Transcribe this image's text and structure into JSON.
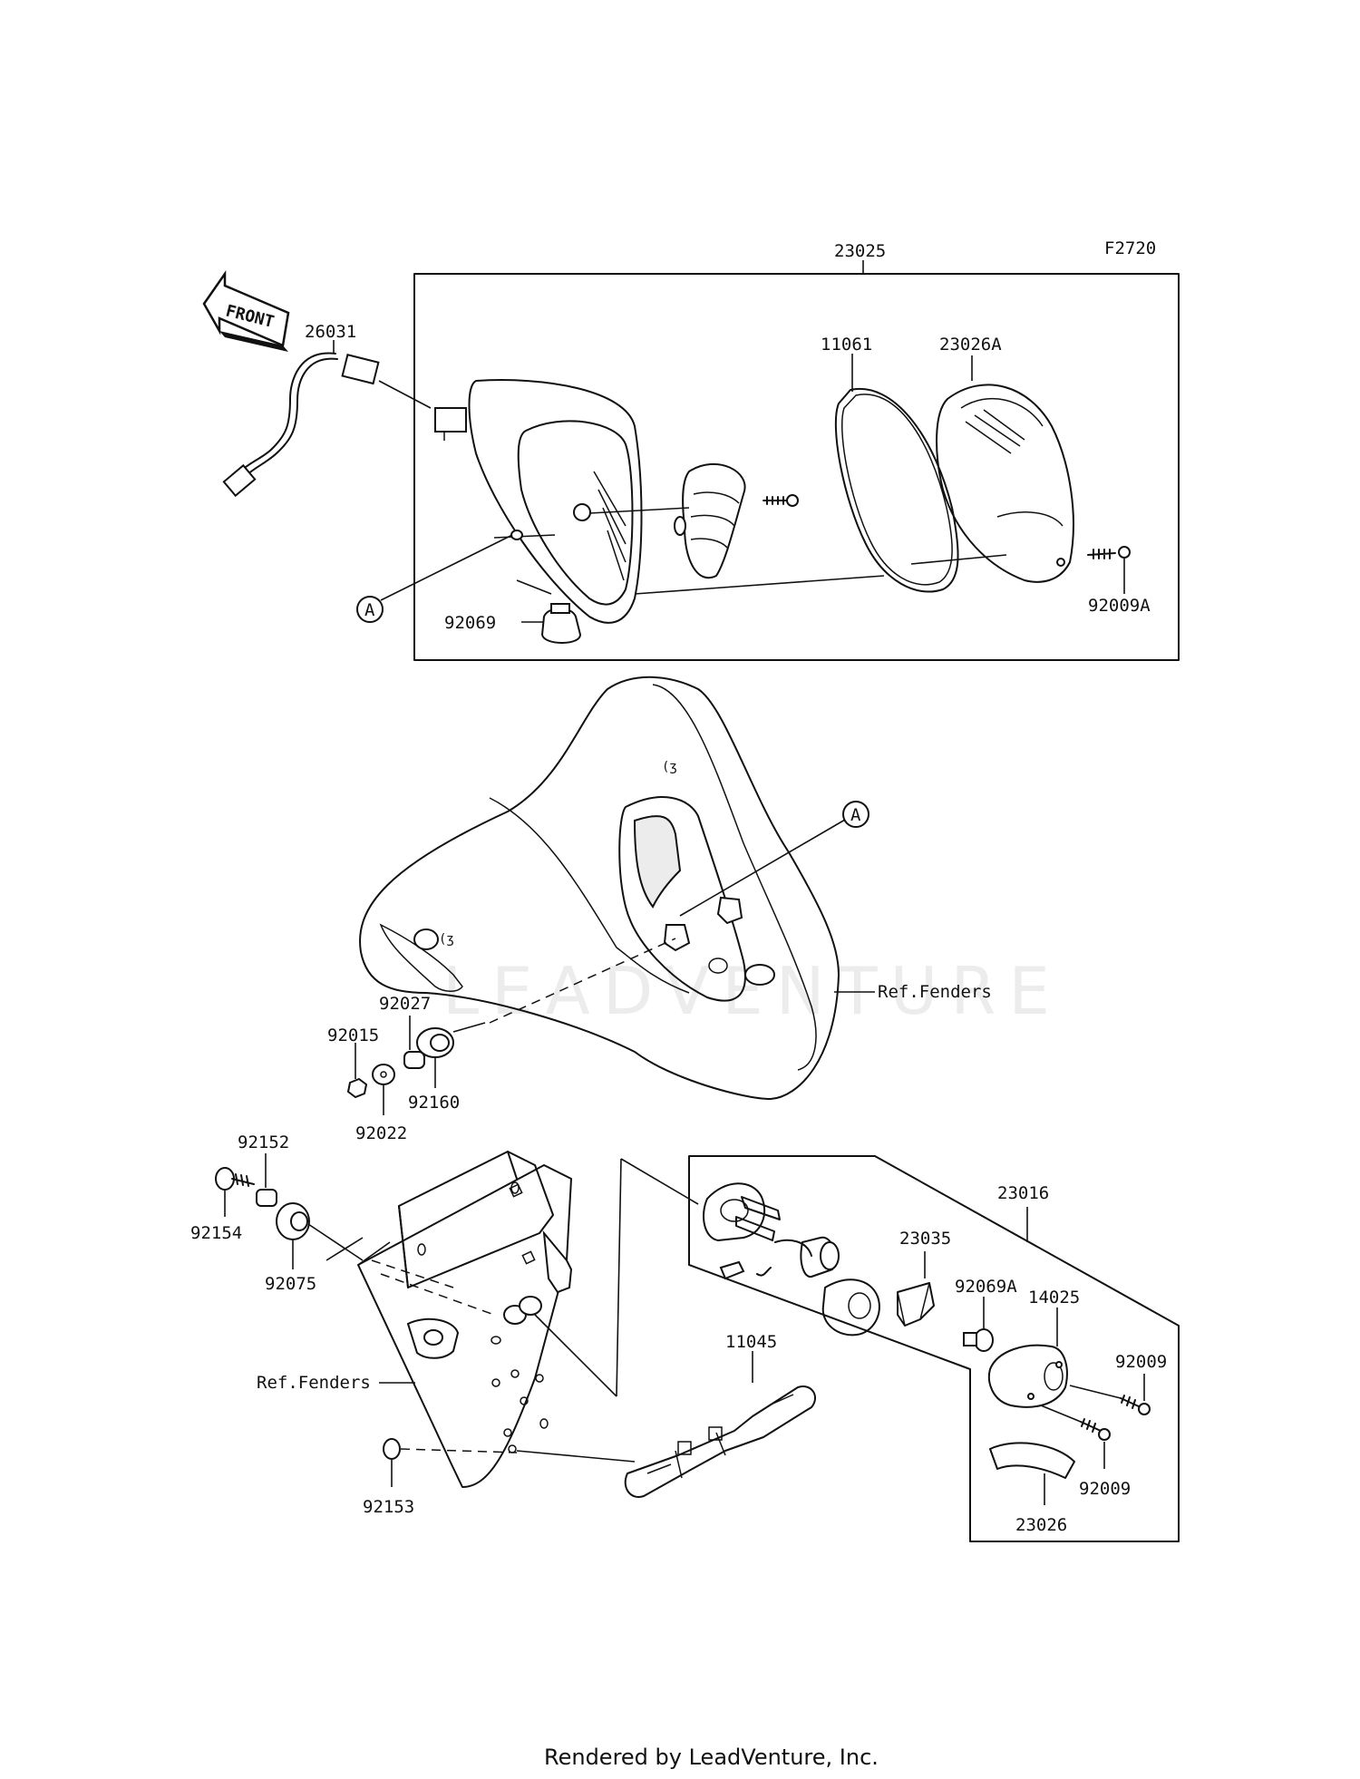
{
  "figure_code": "F2720",
  "front_arrow_label": "FRONT",
  "watermark": "LEADVENTURE",
  "footer": "Rendered by LeadVenture, Inc.",
  "callouts": {
    "a_upper": "A",
    "a_lower": "A"
  },
  "parts": {
    "p23025": "23025",
    "p26031": "26031",
    "p11061": "11061",
    "p23026A": "23026A",
    "p92069": "92069",
    "p92009A": "92009A",
    "p92027": "92027",
    "p92015": "92015",
    "p92022": "92022",
    "p92160": "92160",
    "p92152": "92152",
    "p92154": "92154",
    "p92075": "92075",
    "p92153": "92153",
    "p11045": "11045",
    "p23016": "23016",
    "p23035": "23035",
    "p92069A": "92069A",
    "p14025": "14025",
    "p92009_a": "92009",
    "p92009_b": "92009",
    "p23026": "23026"
  },
  "refs": {
    "fenders_upper": "Ref.Fenders",
    "fenders_lower": "Ref.Fenders"
  }
}
